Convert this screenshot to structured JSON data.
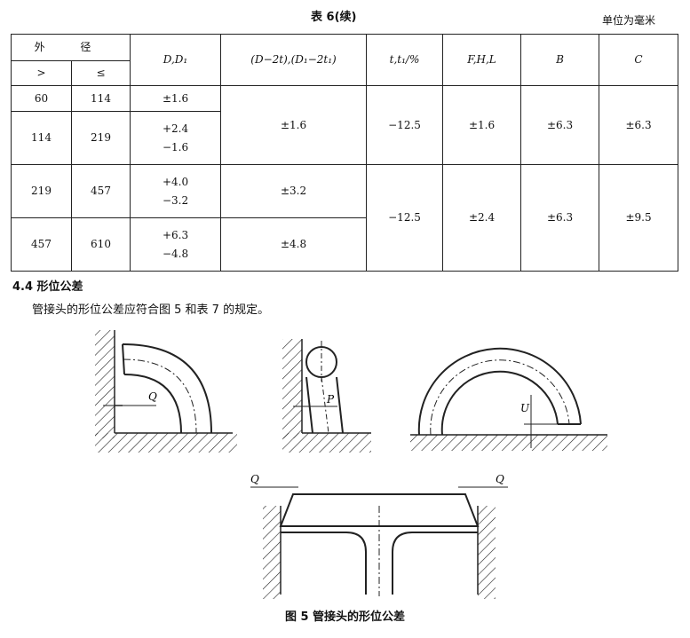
{
  "table_title": "表 6(续)",
  "unit_note": "单位为毫米",
  "columns": {
    "outer_diameter": "外  径",
    "gt": ">",
    "le": "≤",
    "d": "D,D₁",
    "d_minus": "(D−2t),(D₁−2t₁)",
    "t": "t,t₁/%",
    "fhl": "F,H,L",
    "b": "B",
    "c": "C"
  },
  "rows": [
    {
      "gt": "60",
      "le": "114",
      "d": "±1.6"
    },
    {
      "gt": "114",
      "le": "219",
      "d1": "+2.4",
      "d2": "−1.6"
    },
    {
      "gt": "219",
      "le": "457",
      "d1": "+4.0",
      "d2": "−3.2"
    },
    {
      "gt": "457",
      "le": "610",
      "d1": "+6.3",
      "d2": "−4.8"
    }
  ],
  "merged": {
    "dmin_a": "±1.6",
    "t_a": "−12.5",
    "fhl_a": "±1.6",
    "b_a": "±6.3",
    "c_a": "±6.3",
    "dmin_b": "±3.2",
    "dmin_c": "±4.8",
    "t_b": "−12.5",
    "fhl_b": "±2.4",
    "b_b": "±6.3",
    "c_b": "±9.5"
  },
  "section": "4.4  形位公差",
  "paragraph": "管接头的形位公差应符合图 5 和表 7 的规定。",
  "figure_labels": {
    "q": "Q",
    "p": "P",
    "u": "U"
  },
  "figure_caption": "图 5   管接头的形位公差"
}
